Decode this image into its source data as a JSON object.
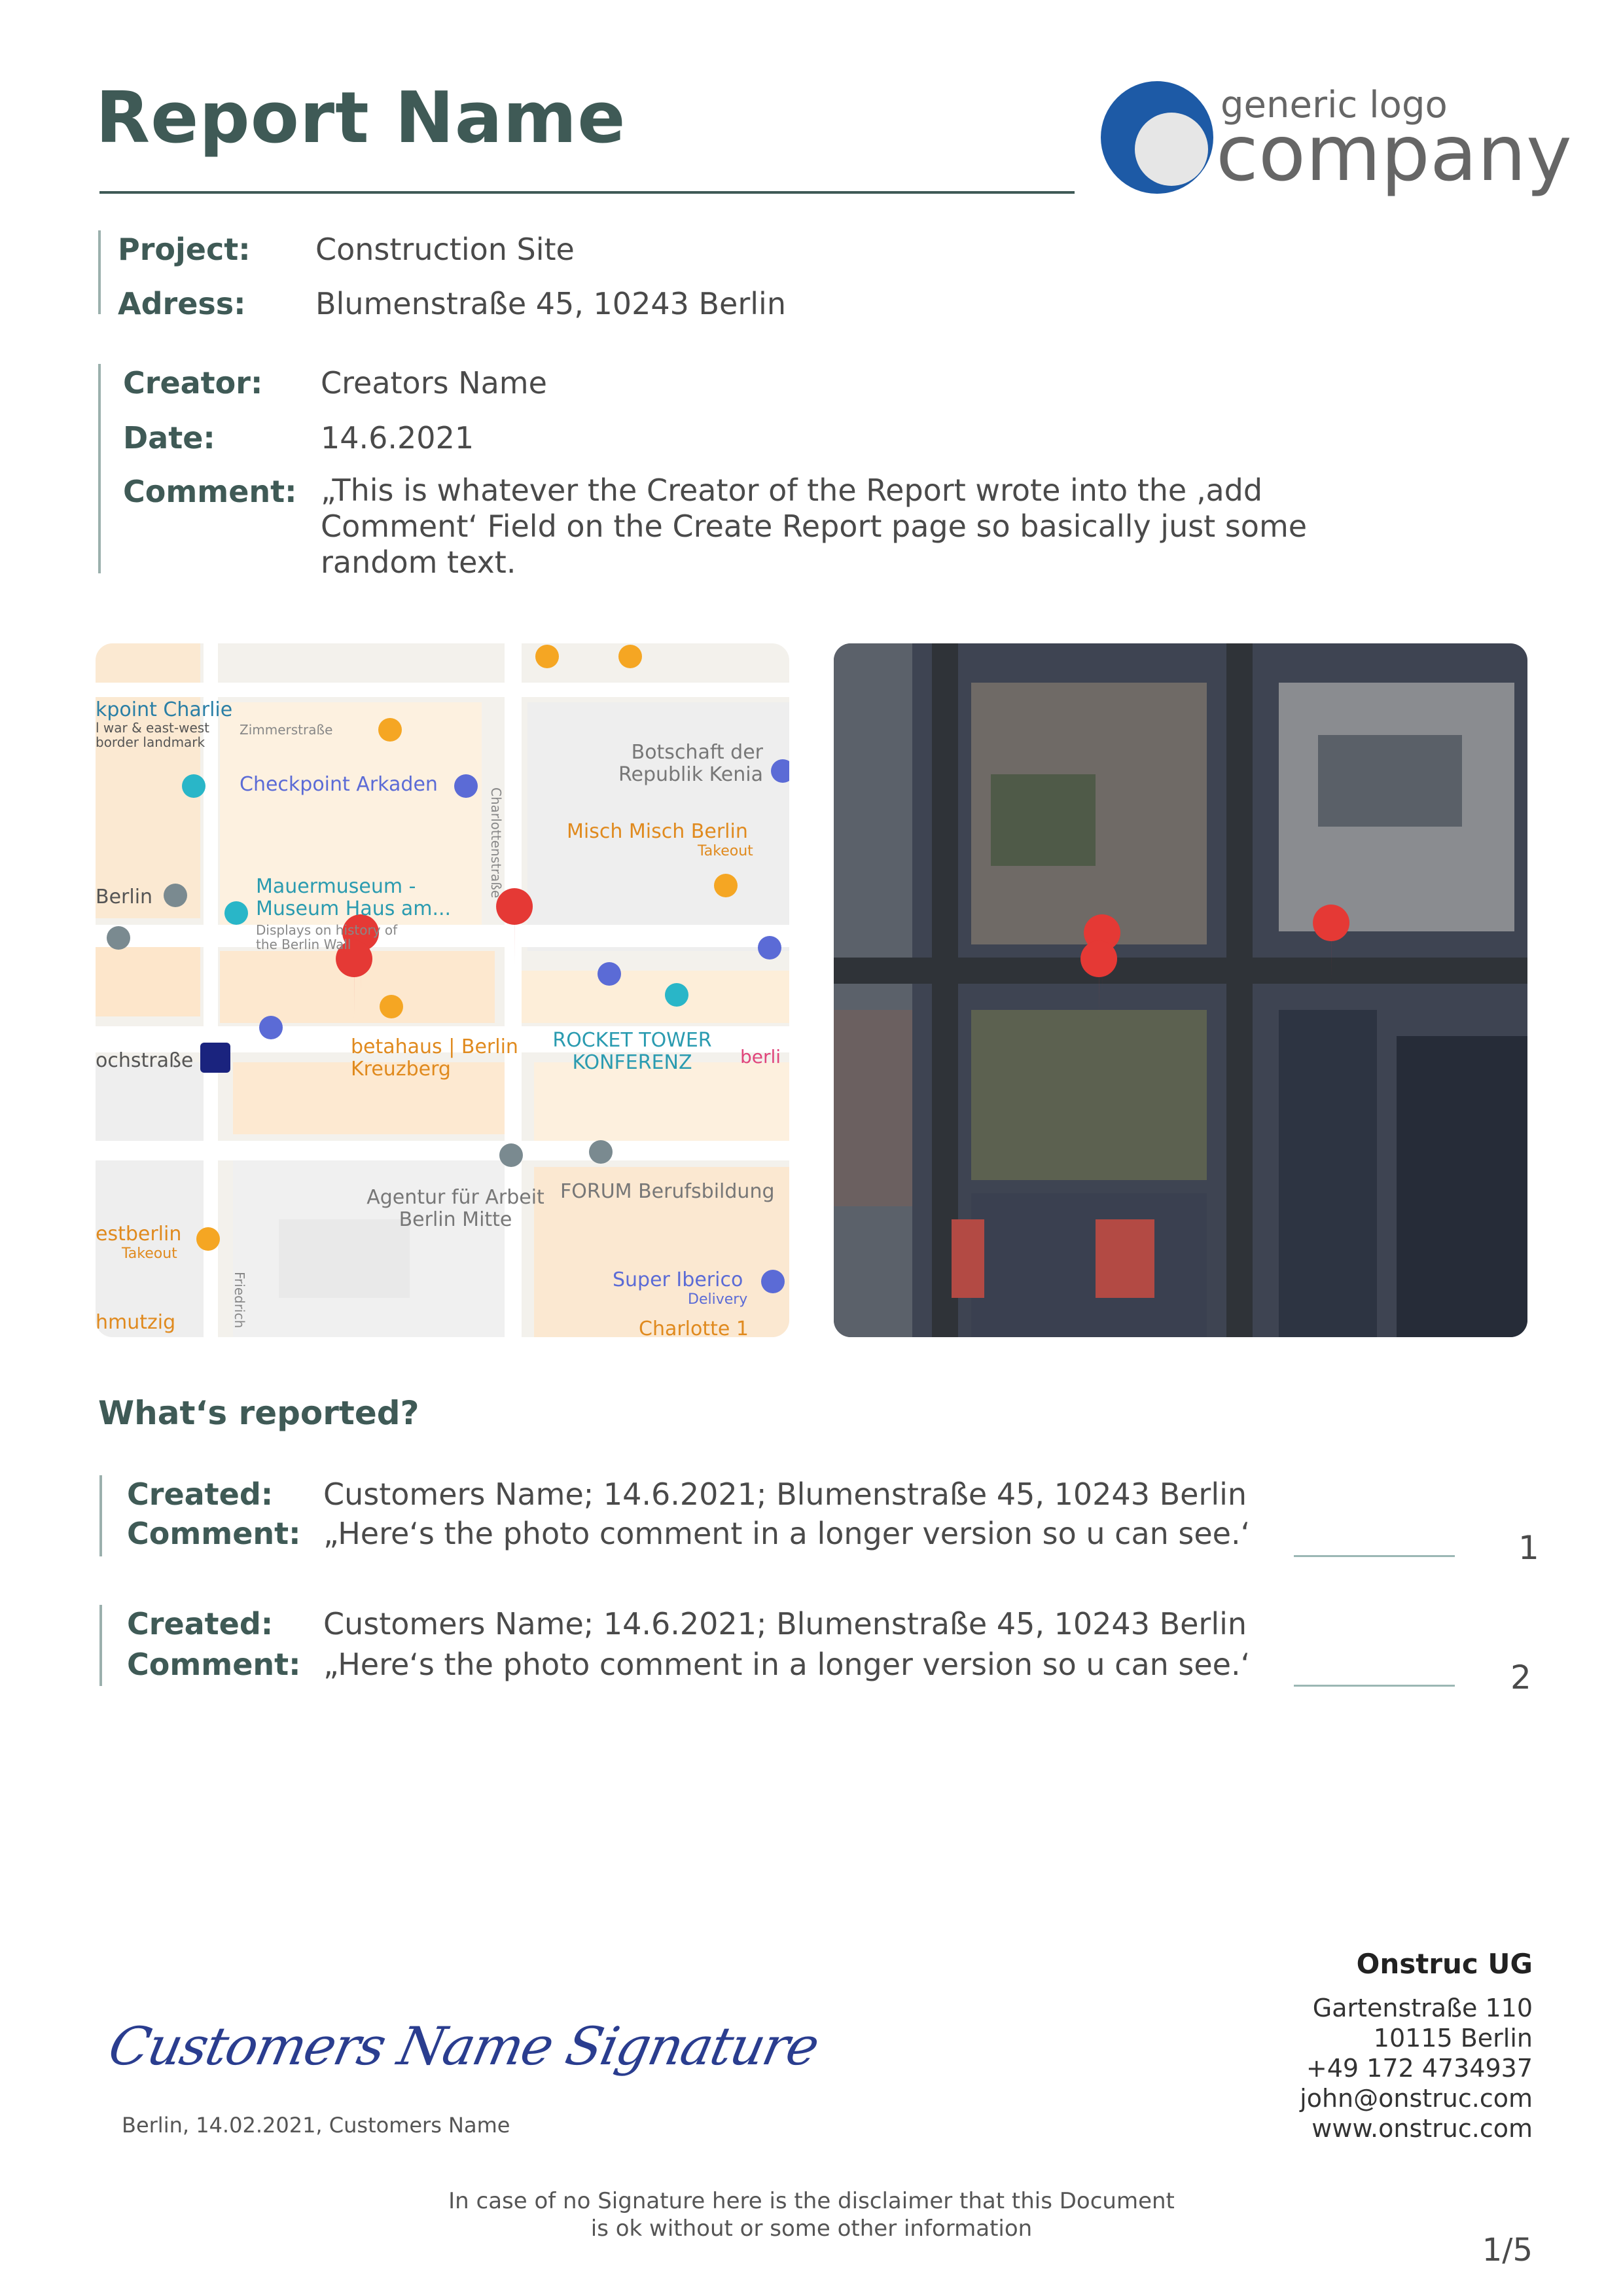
{
  "header": {
    "title": "Report Name",
    "logo": {
      "tagline": "generic logo",
      "name": "company"
    }
  },
  "project": {
    "project_label": "Project:",
    "project_value": "Construction Site",
    "adress_label": "Adress:",
    "adress_value": "Blumenstraße 45, 10243 Berlin"
  },
  "creator": {
    "creator_label": "Creator:",
    "creator_value": "Creators Name",
    "date_label": "Date:",
    "date_value": "14.6.2021",
    "comment_label": "Comment:",
    "comment_value": "„This is whatever the Creator of the Report wrote into the ‚add Comment‘ Field on the Create Report page so basically just some random text."
  },
  "map": {
    "labels": {
      "checkpoint_charlie": "kpoint Charlie",
      "checkpoint_sub": "l war & east-west border landmark",
      "zimmer": "Zimmerstraße",
      "arkaden": "Checkpoint Arkaden",
      "botschaft": "Botschaft der Republik Kenia",
      "misch": "Misch Misch Berlin",
      "takeout": "Takeout",
      "berlin": "Berlin",
      "mauer": "Mauermuseum - Museum Haus am...",
      "mauer_sub": "Displays on history of the Berlin Wall",
      "charlotten": "Charlottenstraße",
      "betahaus": "betahaus | Berlin Kreuzberg",
      "rocket": "ROCKET TOWER KONFERENZ",
      "kochstr": "ochstraße",
      "agentur": "Agentur für Arbeit Berlin Mitte",
      "forum": "FORUM Berufsbildung",
      "westberlin": "estberlin",
      "westberlin_sub": "Takeout",
      "iberico": "Super Iberico",
      "iberico_sub": "Delivery",
      "schmutzig": "hmutzig",
      "charlotte1": "Charlotte 1",
      "berlin_right": "berli",
      "friedrich": "Friedrich"
    }
  },
  "reported": {
    "heading": "What‘s reported?",
    "items": [
      {
        "created_label": "Created:",
        "created_value": "Customers Name; 14.6.2021; Blumenstraße 45, 10243 Berlin",
        "comment_label": "Comment:",
        "comment_value": "„Here‘s the photo comment in a longer version so u can see.‘",
        "number": "1"
      },
      {
        "created_label": "Created:",
        "created_value": "Customers Name; 14.6.2021; Blumenstraße 45, 10243 Berlin",
        "comment_label": "Comment:",
        "comment_value": "„Here‘s the photo comment in a longer version so u can see.‘",
        "number": "2"
      }
    ]
  },
  "signature": {
    "script": "Customers Name Signature",
    "caption": "Berlin, 14.02.2021, Customers Name"
  },
  "company_info": {
    "name": "Onstruc UG",
    "street": "Gartenstraße 110",
    "city": "10115 Berlin",
    "phone": "+49 172 4734937",
    "email": "john@onstruc.com",
    "web": "www.onstruc.com"
  },
  "footer": {
    "disclaimer_line1": "In case of no Signature here is the disclaimer that this Document",
    "disclaimer_line2": "is ok without or some other information",
    "page": "1/5"
  },
  "colors": {
    "heading": "#3f5a56",
    "accent_line": "#9bb0ad",
    "logo_blue": "#1d5aa6",
    "pin_red": "#e53935"
  }
}
